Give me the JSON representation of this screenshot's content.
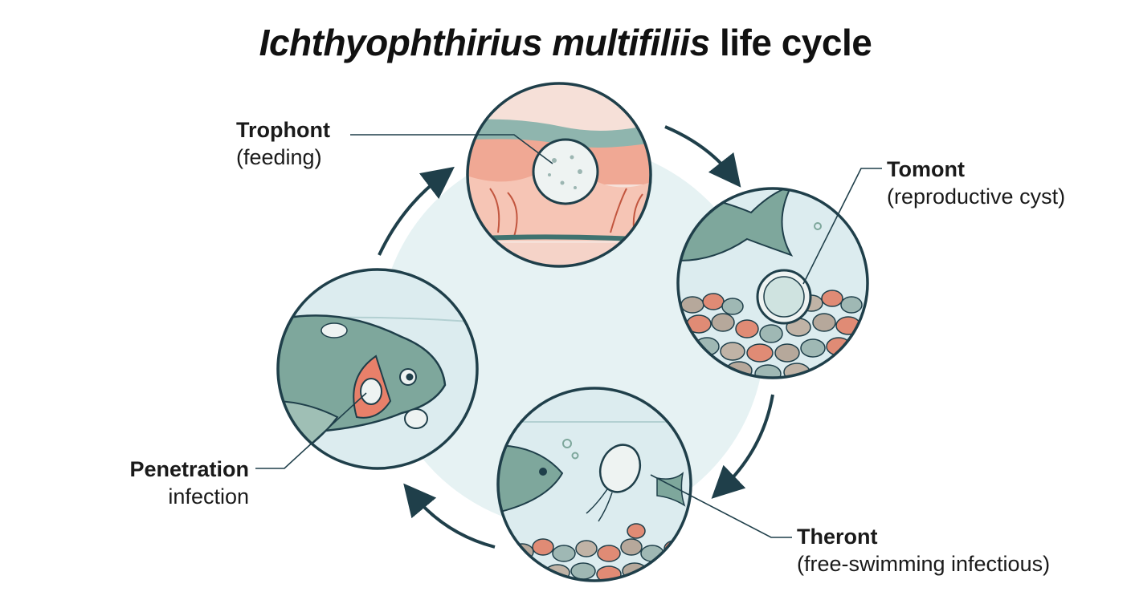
{
  "title": {
    "scientific_name": "Ichthyophthirius multifiliis",
    "suffix": "life cycle"
  },
  "stages": {
    "trophont": {
      "name": "Trophont",
      "description": "(feeding)"
    },
    "tomont": {
      "name": "Tomont",
      "description": "(reproductive cyst)"
    },
    "theront": {
      "name": "Theront",
      "description": "(free-swimming infectious)"
    },
    "penetration": {
      "name": "Penetration",
      "description": "infection"
    }
  },
  "colors": {
    "outline": "#1f3f4a",
    "water": "#dcecef",
    "skin": "#f3b6a3",
    "fish": "#7ea79c",
    "cyst": "#eef3f2"
  }
}
